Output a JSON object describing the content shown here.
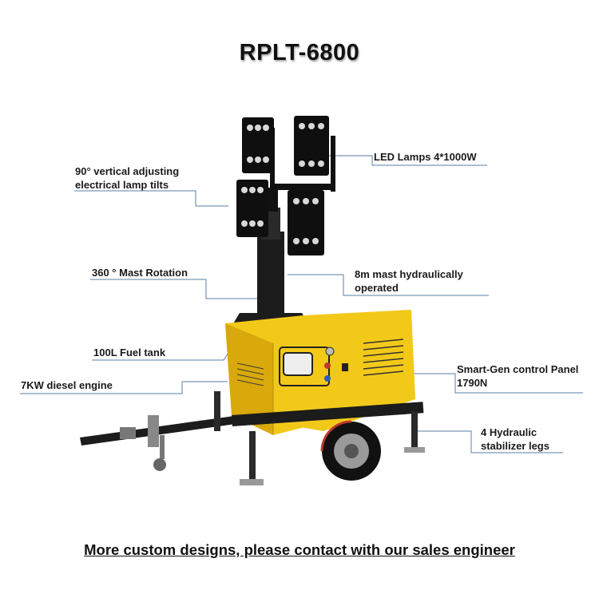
{
  "title": "RPLT-6800",
  "labels": {
    "led_lamps": "LED Lamps 4*1000W",
    "tilt_line1": "90° vertical adjusting",
    "tilt_line2": "electrical lamp tilts",
    "mast_rotation": "360 ° Mast Rotation",
    "mast_line1": "8m mast hydraulically",
    "mast_line2": "operated",
    "fuel_tank": "100L Fuel tank",
    "engine": "7KW diesel engine",
    "panel_line1": "Smart-Gen control Panel",
    "panel_line2": "1790N",
    "legs_line1": "4 Hydraulic",
    "legs_line2": "stabilizer legs"
  },
  "footer": "More custom designs, please contact with our sales engineer",
  "colors": {
    "body_yellow": "#f2c919",
    "body_shade": "#d9a90b",
    "frame": "#1c1c1c",
    "leader_line": "#5a7fa6"
  }
}
